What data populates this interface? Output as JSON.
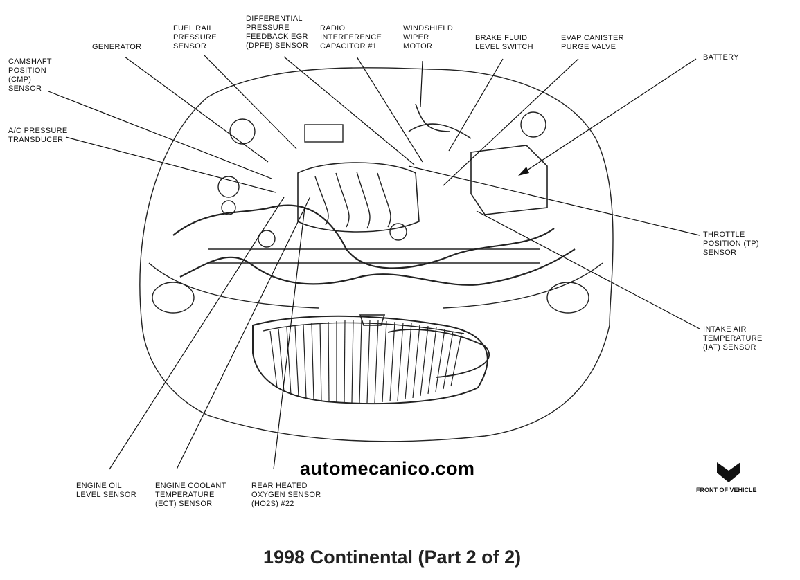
{
  "labels": {
    "camshaft": "CAMSHAFT\nPOSITION\n(CMP)\nSENSOR",
    "generator": "GENERATOR",
    "fuel_rail": "FUEL RAIL\nPRESSURE\nSENSOR",
    "dpfe": "DIFFERENTIAL\nPRESSURE\nFEEDBACK EGR\n(DPFE) SENSOR",
    "radio": "RADIO\nINTERFERENCE\nCAPACITOR #1",
    "wiper": "WINDSHIELD\nWIPER\nMOTOR",
    "brake": "BRAKE FLUID\nLEVEL SWITCH",
    "evap": "EVAP CANISTER\nPURGE VALVE",
    "battery": "BATTERY",
    "ac": "A/C PRESSURE\nTRANSDUCER",
    "tp": "THROTTLE\nPOSITION (TP)\nSENSOR",
    "iat": "INTAKE AIR\nTEMPERATURE\n(IAT) SENSOR",
    "oil": "ENGINE OIL\nLEVEL SENSOR",
    "ect": "ENGINE COOLANT\nTEMPERATURE\n(ECT) SENSOR",
    "ho2s": "REAR HEATED\nOXYGEN SENSOR\n(HO2S) #22"
  },
  "watermark": "automecanico.com",
  "title": "1998 Continental (Part 2 of 2)",
  "front_label": "FRONT OF VEHICLE"
}
